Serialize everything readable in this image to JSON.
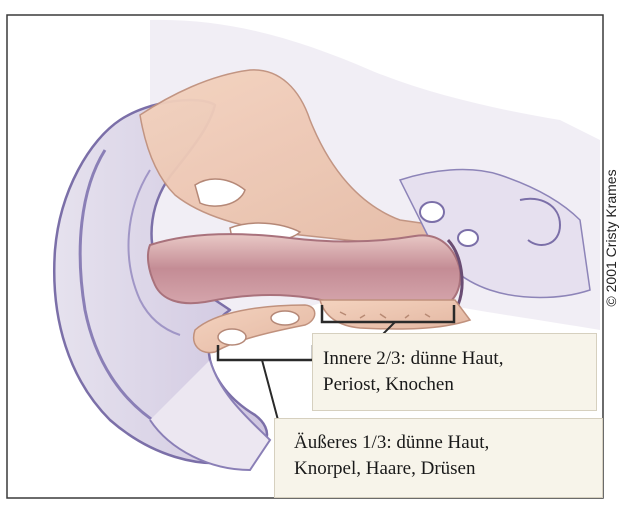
{
  "figure": {
    "labels": {
      "inner": {
        "line1": "Innere 2/3: dünne Haut,",
        "line2": "Periost, Knochen"
      },
      "outer": {
        "line1": "Äußeres 1/3: dünne Haut,",
        "line2": "Knorpel, Haare, Drüsen"
      }
    },
    "copyright": "© 2001 Cristy Krames"
  },
  "colors": {
    "background": "#ffffff",
    "label_background": "#f7f4ea",
    "canal": "#c9989f",
    "cartilage_outline": "#7b6fa8",
    "bone_fill": "#f0c9b2",
    "bracket": "#2a2a2a"
  }
}
